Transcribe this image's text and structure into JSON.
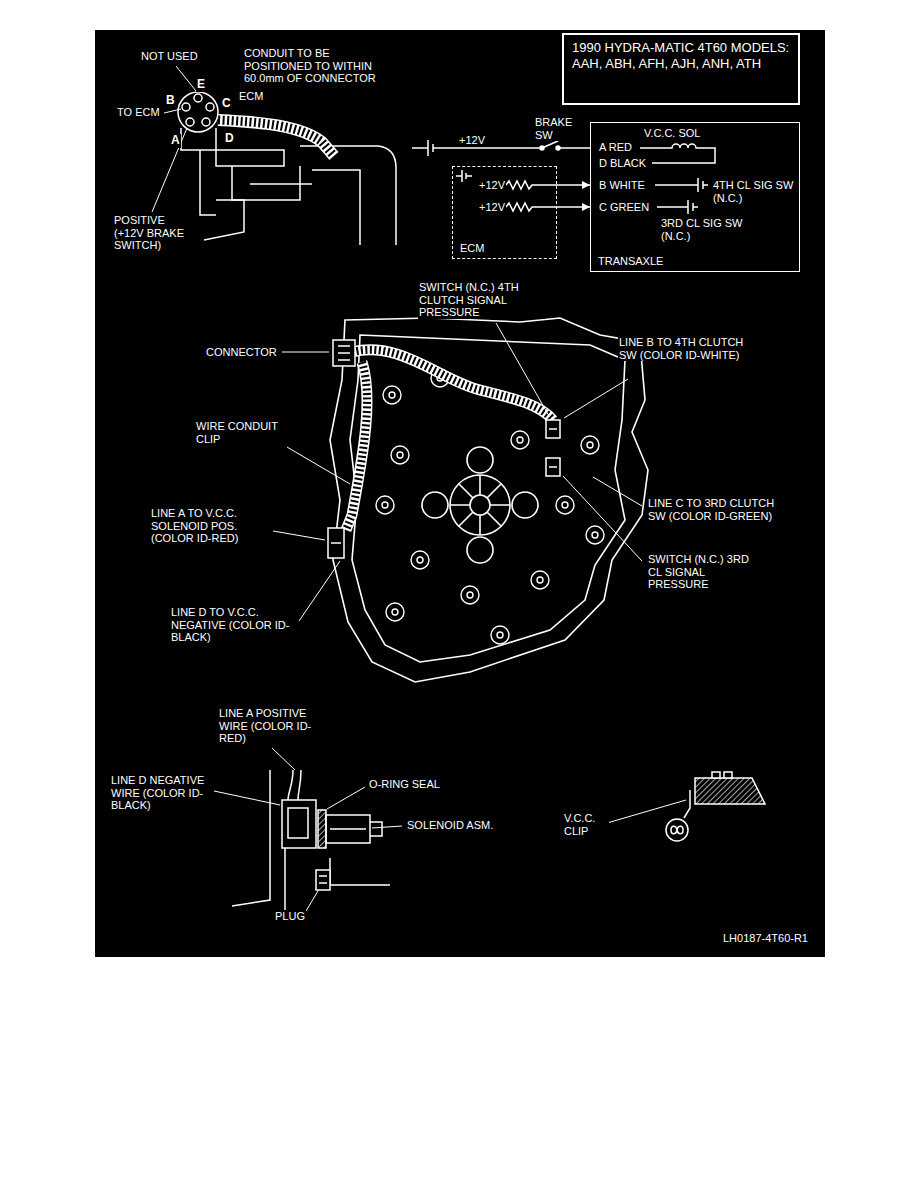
{
  "diagram": {
    "nodes": [
      {
        "text": [
          "1990 HYDRA-MATIC 4T60 MODELS: AAH, ABH, AFH, AJH, ANH, ATH"
        ]
      },
      {
        "text": [
          "ECM"
        ]
      },
      {
        "text": [
          "TRANSAXLE"
        ]
      }
    ],
    "edges": [
      {
        "from": 1,
        "to": 2,
        "arrow": "to"
      },
      {
        "from": 1,
        "to": 2,
        "arrow": "to"
      }
    ],
    "labels": [
      "NOT USED",
      "CONDUIT TO BE POSITIONED TO WITHIN 60.0mm OF CONNECTOR",
      "E",
      "TO ECM",
      "B",
      "C",
      "ECM",
      "A",
      "D",
      "POSITIVE (+12V BRAKE SWITCH)",
      "BRAKE SW",
      "+12V",
      "A RED",
      "V.C.C. SOL",
      "D BLACK",
      "+12V",
      "B WHITE",
      "4TH CL SIG SW (N.C.)",
      "+12V",
      "C GREEN",
      "3RD CL SIG SW (N.C.)",
      "SWITCH (N.C.) 4TH CLUTCH SIGNAL PRESSURE",
      "CONNECTOR",
      "LINE B TO 4TH CLUTCH SW (COLOR ID-WHITE)",
      "WIRE CONDUIT CLIP",
      "LINE A TO V.C.C. SOLENOID POS. (COLOR ID-RED)",
      "LINE C TO 3RD CLUTCH SW (COLOR ID-GREEN)",
      "SWITCH (N.C.) 3RD CL SIGNAL PRESSURE",
      "LINE D TO V.C.C. NEGATIVE (COLOR ID-BLACK)",
      "LINE A POSITIVE WIRE (COLOR ID-RED)",
      "LINE D NEGATIVE WIRE (COLOR ID-BLACK)",
      "O-RING SEAL",
      "V.C.C. CLIP",
      "SOLENOID ASM.",
      "PLUG",
      "LH0187-4T60-R1"
    ]
  }
}
